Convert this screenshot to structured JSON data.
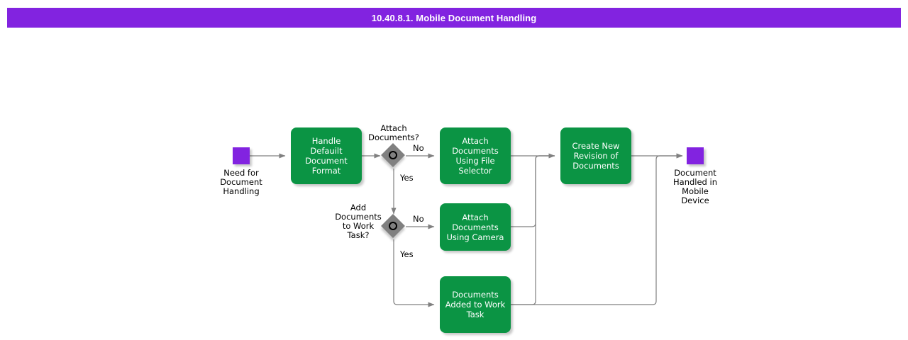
{
  "header": {
    "title": "10.40.8.1. Mobile Document Handling",
    "background_color": "#8223e0",
    "text_color": "#ffffff"
  },
  "palette": {
    "task_green": "#0b9444",
    "event_purple": "#8223e0",
    "gateway_gray": "#808080",
    "connector_gray": "#808080",
    "canvas": "#ffffff"
  },
  "diagram": {
    "type": "bpmn-flowchart",
    "start_events": [
      {
        "id": "start-need-for-document-handling",
        "label": "Need for\nDocument\nHandling",
        "shape": "square",
        "color": "#8223e0"
      }
    ],
    "end_events": [
      {
        "id": "end-document-handled-in-mobile-device",
        "label": "Document\nHandled in\nMobile\nDevice",
        "shape": "square",
        "color": "#8223e0"
      }
    ],
    "tasks": [
      {
        "id": "task-handle-default-document-format",
        "label": "Handle Defauilt\nDocument\nFormat"
      },
      {
        "id": "task-attach-documents-using-file-selector",
        "label": "Attach\nDocuments\nUsing File\nSelector"
      },
      {
        "id": "task-attach-documents-using-camera",
        "label": "Attach\nDocuments\nUsing Camera"
      },
      {
        "id": "task-documents-added-to-work-task",
        "label": "Documents\nAdded to Work\nTask"
      },
      {
        "id": "task-create-new-revision-of-documents",
        "label": "Create New\nRevision of\nDocuments"
      }
    ],
    "gateways": [
      {
        "id": "gateway-attach-documents",
        "label": "Attach\nDocuments?",
        "type": "inclusive",
        "branches": [
          "No",
          "Yes"
        ]
      },
      {
        "id": "gateway-add-documents-to-work-task",
        "label": "Add\nDocuments\nto Work\nTask?",
        "type": "inclusive",
        "branches": [
          "No",
          "Yes"
        ]
      }
    ],
    "edge_labels": {
      "gateway1_no": "No",
      "gateway1_yes": "Yes",
      "gateway2_no": "No",
      "gateway2_yes": "Yes"
    }
  }
}
